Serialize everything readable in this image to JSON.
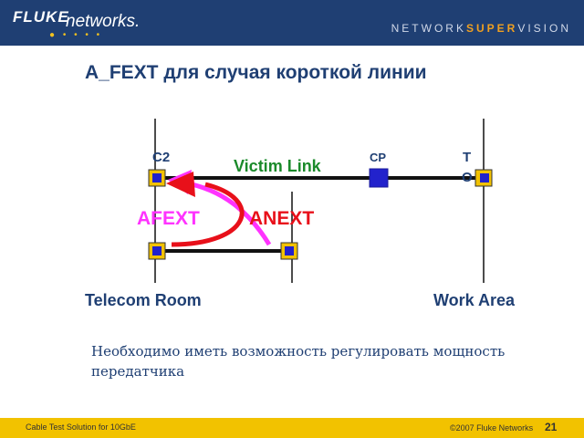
{
  "header": {
    "logo_primary": "FLUKE",
    "logo_secondary": "networks.",
    "tagline_part1": "NETWORK",
    "tagline_part2": "SUPER",
    "tagline_part3": "VISION"
  },
  "title": "A_FEXT для случая короткой линии",
  "diagram": {
    "label_c2": "C2",
    "label_cp": "CP",
    "label_to_t": "T",
    "label_to_o": "O",
    "label_victim_link": "Victim Link",
    "label_afext": "AFEXT",
    "label_anext": "ANEXT",
    "label_telecom_room": "Telecom Room",
    "label_work_area": "Work Area",
    "colors": {
      "cable": "#111111",
      "connector_outer": "#f2c200",
      "connector_inner": "#2222cc",
      "victim_text": "#1a8a2a",
      "afext": "#e8101a",
      "anext": "#ff33ff",
      "heading_text": "#1f3f73"
    }
  },
  "caption": "Необходимо иметь возможность регулировать мощность передатчика",
  "footer": {
    "left_text": "Cable Test Solution for 10GbE",
    "copyright": "©2007 Fluke Networks",
    "page": "21"
  }
}
